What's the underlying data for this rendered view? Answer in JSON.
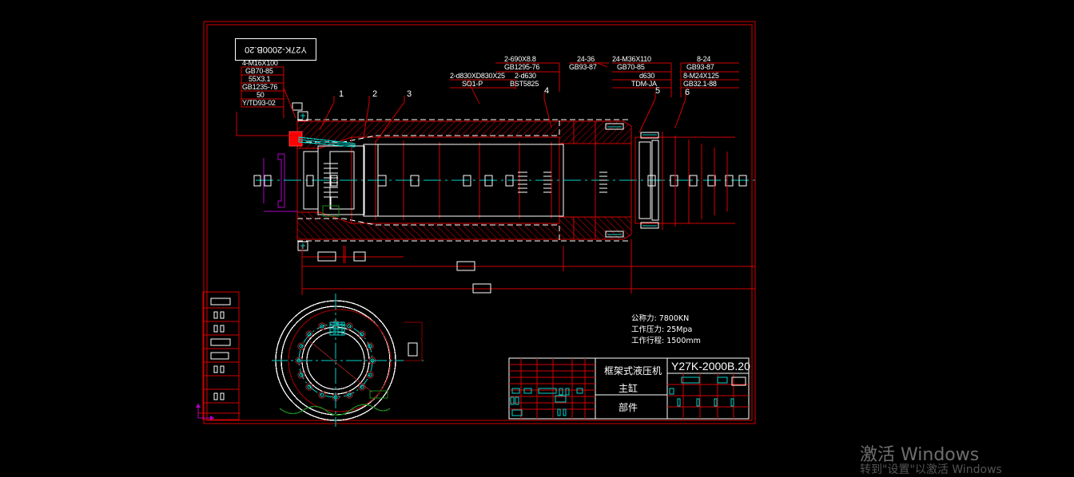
{
  "app": {
    "kind": "cad-drawing-viewport",
    "background": "#000000",
    "colors": {
      "red": "#d40000",
      "bright_red": "#ff0000",
      "white": "#ffffff",
      "cyan": "#00d2c8",
      "magenta": "#b000c8",
      "green": "#00a000",
      "solid_red_fill": "#ff0000"
    }
  },
  "drawing": {
    "title_tag": "Y27K-2000B.20",
    "title_tag_mirrored": true,
    "callouts": [
      "1",
      "2",
      "3",
      "4",
      "5",
      "6"
    ],
    "annotations": {
      "left_stack": [
        "4-M16X100",
        "GB70-85",
        "55X3.1",
        "GB1235-76",
        "50",
        "Y/TD93-02"
      ],
      "center_left_stack": [
        "2-d830XD830X25",
        "SO1-P"
      ],
      "center_stack": [
        "2-690X8.8",
        "GB1295-76",
        "2-d630",
        "BST5825"
      ],
      "right_center_stack": [
        "24-36",
        "GB93-87"
      ],
      "right_stack": [
        "24-M36X110",
        "GB70-85",
        "d630",
        "TDM-JA"
      ],
      "far_right_stack": [
        "8-24",
        "GB93-87",
        "8-M24X125",
        "GB32.1-88"
      ]
    },
    "specs": [
      "公称力: 7800KN",
      "工作压力: 25Mpa",
      "工作行程: 1500mm"
    ]
  },
  "title_block": {
    "part_name": "框架式液压机",
    "assembly": "主缸",
    "type": "部件",
    "drawing_number": "Y27K-2000B.20"
  },
  "watermark": {
    "line1": "激活 Windows",
    "line2": "转到\"设置\"以激活 Windows"
  }
}
